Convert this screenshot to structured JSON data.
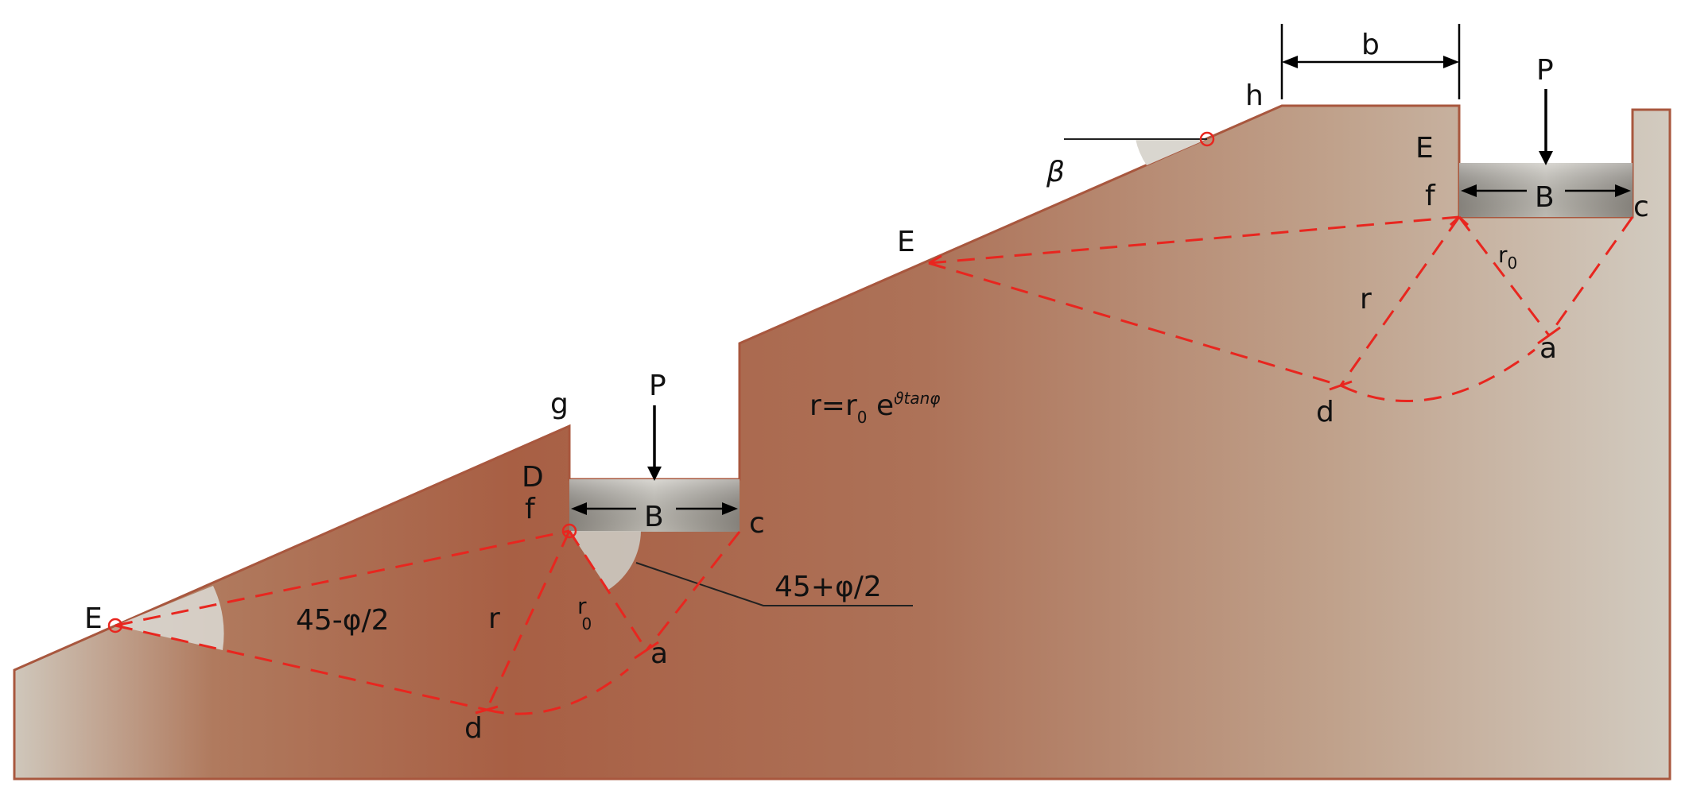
{
  "labels": {
    "h": "h",
    "b": "b",
    "P_right": "P",
    "E_right_top": "E",
    "f_right": "f",
    "B_right": "B",
    "c_right": "c",
    "beta": "β",
    "E_mid": "E",
    "r0_right": "r",
    "r0_right_sub": "0",
    "r_right": "r",
    "a_right": "a",
    "d_right": "d",
    "formula_main": "r=r",
    "formula_sub": "0",
    "formula_e": " e",
    "formula_sup": "ϑtanφ",
    "g": "g",
    "P_left": "P",
    "D": "D",
    "f_left": "f",
    "B_left": "B",
    "c_left": "c",
    "angle_45plus": "45+φ/2",
    "angle_45minus": "45-φ/2",
    "E_left": "E",
    "r_left": "r",
    "r0_left": "r",
    "r0_left_sub": "0",
    "a_left": "a",
    "d_left": "d"
  },
  "colors": {
    "soil_dark": "#a9634a",
    "soil_light": "#cdc5b8",
    "soil_edge": "#a8573e",
    "footing": "#b8b4aa",
    "failure_line": "#e8261f",
    "arrow": "#000000",
    "angle_fill": "#d9d6cf"
  }
}
